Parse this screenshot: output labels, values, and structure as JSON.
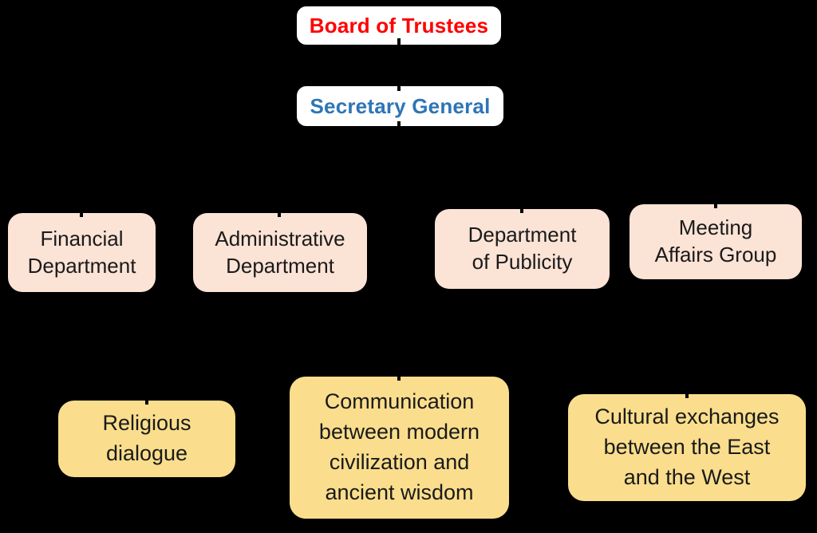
{
  "diagram": {
    "type": "org-chart",
    "background": "#000000",
    "connector_color": "#000000",
    "palette": {
      "root_fill": "#FFFFFF",
      "board_text": "#FF0000",
      "secretary_text": "#2E75B6",
      "department_fill": "#FBE3D6",
      "program_fill": "#FADE8D",
      "body_text": "#1A1A1A"
    },
    "nodes": {
      "board": {
        "label": "Board of Trustees",
        "fill": "#FFFFFF",
        "color": "#FF0000"
      },
      "secretary": {
        "label": "Secretary General",
        "fill": "#FFFFFF",
        "color": "#2E75B6"
      },
      "financial": {
        "label": "Financial\nDepartment",
        "fill": "#FBE3D6",
        "color": "#1A1A1A"
      },
      "administrative": {
        "label": "Administrative\nDepartment",
        "fill": "#FBE3D6",
        "color": "#1A1A1A"
      },
      "publicity": {
        "label": "Department\nof Publicity",
        "fill": "#FBE3D6",
        "color": "#1A1A1A"
      },
      "meeting": {
        "label": "Meeting\nAffairs Group",
        "fill": "#FBE3D6",
        "color": "#1A1A1A"
      },
      "religious": {
        "label": "Religious\ndialogue",
        "fill": "#FADE8D",
        "color": "#1A1A1A"
      },
      "communication": {
        "label": "Communication\nbetween modern\ncivilization and\nancient wisdom",
        "fill": "#FADE8D",
        "color": "#1A1A1A"
      },
      "cultural": {
        "label": "Cultural exchanges\nbetween the East\nand the West",
        "fill": "#FADE8D",
        "color": "#1A1A1A"
      }
    }
  }
}
